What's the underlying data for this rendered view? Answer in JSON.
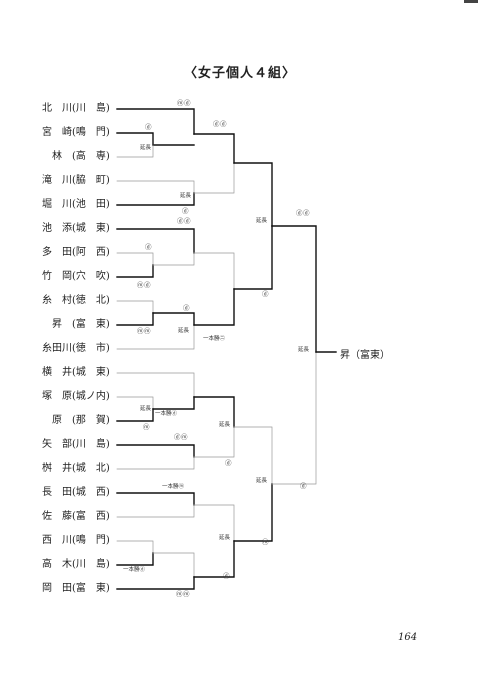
{
  "title": "〈女子個人４組〉",
  "players": [
    {
      "name": "北　川(川　島)"
    },
    {
      "name": "宮　崎(鳴　門)"
    },
    {
      "name": "　林　(高　専)"
    },
    {
      "name": "滝　川(脇　町)"
    },
    {
      "name": "堀　川(池　田)"
    },
    {
      "name": "池　添(城　東)"
    },
    {
      "name": "多　田(阿　西)"
    },
    {
      "name": "竹　岡(穴　吹)"
    },
    {
      "name": "糸　村(徳　北)"
    },
    {
      "name": "　昇　(富　東)"
    },
    {
      "name": "糸田川(徳　市)"
    },
    {
      "name": "横　井(城　東)"
    },
    {
      "name": "塚　原(城ノ内)"
    },
    {
      "name": "　原　(那　賀)"
    },
    {
      "name": "矢　部(川　島)"
    },
    {
      "name": "桝　井(城　北)"
    },
    {
      "name": "長　田(城　西)"
    },
    {
      "name": "佐　藤(富　西)"
    },
    {
      "name": "西　川(鳴　門)"
    },
    {
      "name": "高　木(川　島)"
    },
    {
      "name": "岡　田(富　東)"
    }
  ],
  "labels": {
    "enchou": "延長",
    "ippon_gachi": "一本勝"
  },
  "marks": {
    "m1": "ⓜⓓ",
    "m2": "ⓓ",
    "m3": "ⓓⓓ",
    "m4": "ⓓⓓ",
    "m5": "ⓓ",
    "m6": "ⓓⓓ",
    "m7": "ⓓ",
    "m8": "ⓜⓓ",
    "m9": "ⓓ",
    "m10": "ⓓ",
    "m11": "ⓜⓜ",
    "m12": "ⓜ",
    "m13": "ⓓⓜ",
    "m14": "ⓓ",
    "m15": "ⓜ",
    "m16": "ⓓ",
    "m17": "ⓜⓜ",
    "m18": "ⓓ",
    "m19": "ⓜⓓ",
    "m20": "ⓓ",
    "m21": "ⓜ",
    "m22": "ⓜⓜ",
    "m23": "ⓓ"
  },
  "ippon_marks": {
    "i1": "㊁",
    "i2": "ⓓ",
    "i3": "ⓜ",
    "i4": "ⓓ"
  },
  "winner": "昇（富東）",
  "page_number": "164"
}
